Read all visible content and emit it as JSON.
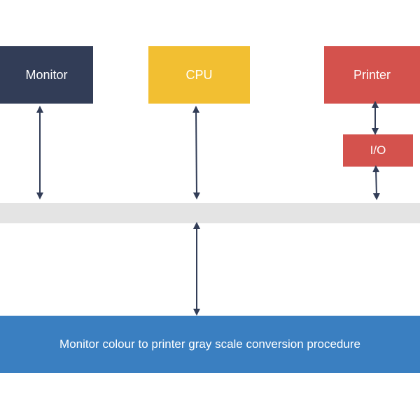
{
  "nodes": {
    "monitor": {
      "label": "Monitor",
      "color": "#323d57"
    },
    "cpu": {
      "label": "CPU",
      "color": "#f2bf32"
    },
    "printer": {
      "label": "Printer",
      "color": "#d4524d"
    },
    "io": {
      "label": "I/O",
      "color": "#d4524d"
    },
    "bus": {
      "color": "#e4e4e4"
    },
    "procedure": {
      "label": "Monitor colour to printer gray scale conversion procedure",
      "color": "#3a7fc1"
    }
  },
  "connectors": {
    "color": "#323d57"
  }
}
